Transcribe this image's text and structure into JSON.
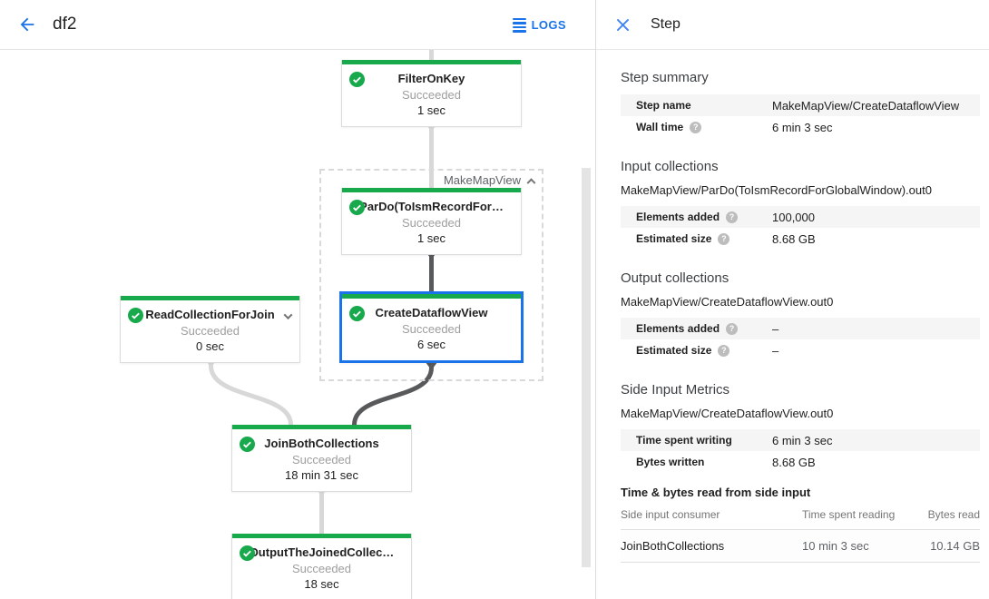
{
  "colors": {
    "accent_blue": "#1a73e8",
    "success_green": "#17a94c",
    "selection_border": "#1a73e8",
    "edge_light": "#d8d8d8",
    "edge_dark": "#58595b",
    "row_alt_bg": "#f5f5f5"
  },
  "top_bar": {
    "title": "df2",
    "logs_button": "LOGS"
  },
  "graph": {
    "group": {
      "label": "MakeMapView"
    },
    "nodes": [
      {
        "name": "FilterOnKey",
        "status": "Succeeded",
        "time": "1 sec"
      },
      {
        "name": "ParDo(ToIsmRecordFor…",
        "status": "Succeeded",
        "time": "1 sec"
      },
      {
        "name": "CreateDataflowView",
        "status": "Succeeded",
        "time": "6 sec",
        "selected": true
      },
      {
        "name": "ReadCollectionForJoin",
        "status": "Succeeded",
        "time": "0 sec",
        "expandable": true
      },
      {
        "name": "JoinBothCollections",
        "status": "Succeeded",
        "time": "18 min 31 sec"
      },
      {
        "name": "OutputTheJoinedCollec…",
        "status": "Succeeded",
        "time": "18 sec"
      }
    ]
  },
  "side_panel": {
    "title": "Step",
    "step_summary": {
      "heading": "Step summary",
      "rows": [
        {
          "label": "Step name",
          "value": "MakeMapView/CreateDataflowView"
        },
        {
          "label": "Wall time",
          "value": "6 min 3 sec"
        }
      ]
    },
    "input_collections": {
      "heading": "Input collections",
      "collection": "MakeMapView/ParDo(ToIsmRecordForGlobalWindow).out0",
      "rows": [
        {
          "label": "Elements added",
          "value": "100,000"
        },
        {
          "label": "Estimated size",
          "value": "8.68 GB"
        }
      ]
    },
    "output_collections": {
      "heading": "Output collections",
      "collection": "MakeMapView/CreateDataflowView.out0",
      "rows": [
        {
          "label": "Elements added",
          "value": "–"
        },
        {
          "label": "Estimated size",
          "value": "–"
        }
      ]
    },
    "side_input_metrics": {
      "heading": "Side Input Metrics",
      "collection": "MakeMapView/CreateDataflowView.out0",
      "rows": [
        {
          "label": "Time spent writing",
          "value": "6 min 3 sec"
        },
        {
          "label": "Bytes written",
          "value": "8.68 GB"
        }
      ],
      "table": {
        "heading": "Time & bytes read from side input",
        "columns": [
          "Side input consumer",
          "Time spent reading",
          "Bytes read"
        ],
        "row": {
          "consumer": "JoinBothCollections",
          "time": "10 min 3 sec",
          "bytes": "10.14 GB"
        }
      }
    }
  }
}
